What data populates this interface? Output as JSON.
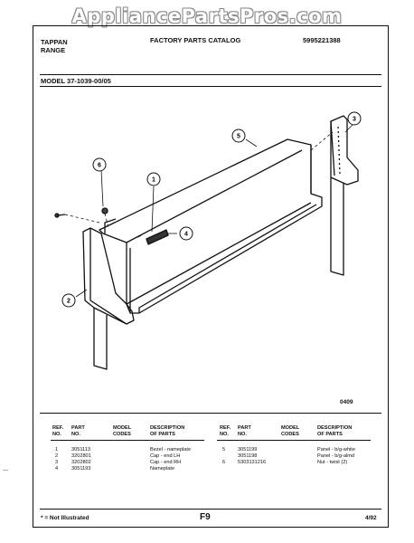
{
  "watermark": "AppliancePartsPros.com",
  "header": {
    "brand_line1": "TAPPAN",
    "brand_line2": "RANGE",
    "catalog_title": "FACTORY PARTS CATALOG",
    "catalog_number": "5995221388",
    "model": "MODEL 37-1039-00/05"
  },
  "diagram": {
    "callouts": [
      "1",
      "2",
      "3",
      "4",
      "5",
      "6"
    ],
    "figure_code": "0409"
  },
  "table": {
    "headers": {
      "ref": [
        "REF.",
        "NO."
      ],
      "part": [
        "PART",
        "NO."
      ],
      "model": [
        "MODEL",
        "CODES"
      ],
      "desc": [
        "DESCRIPTION",
        "OF PARTS"
      ]
    },
    "left_rows": [
      {
        "ref": "1",
        "part": "3051113",
        "desc": "Bezel - nameplate"
      },
      {
        "ref": "2",
        "part": "3202801",
        "desc": "Cap - end LH"
      },
      {
        "ref": "3",
        "part": "3202802",
        "desc": "Cap - end RH"
      },
      {
        "ref": "4",
        "part": "3051193",
        "desc": "Nameplate"
      }
    ],
    "right_rows": [
      {
        "ref": "5",
        "part": "3051199",
        "desc": "Panel - b/g-white"
      },
      {
        "ref": "",
        "part": "3051198",
        "desc": "Panel - b/g-almd"
      },
      {
        "ref": "6",
        "part": "5303131216",
        "desc": "Nut - twist (2)"
      }
    ]
  },
  "footer": {
    "note": "* = Not Illustrated",
    "page": "F9",
    "date": "4/92"
  },
  "left_margin_mark": "—"
}
